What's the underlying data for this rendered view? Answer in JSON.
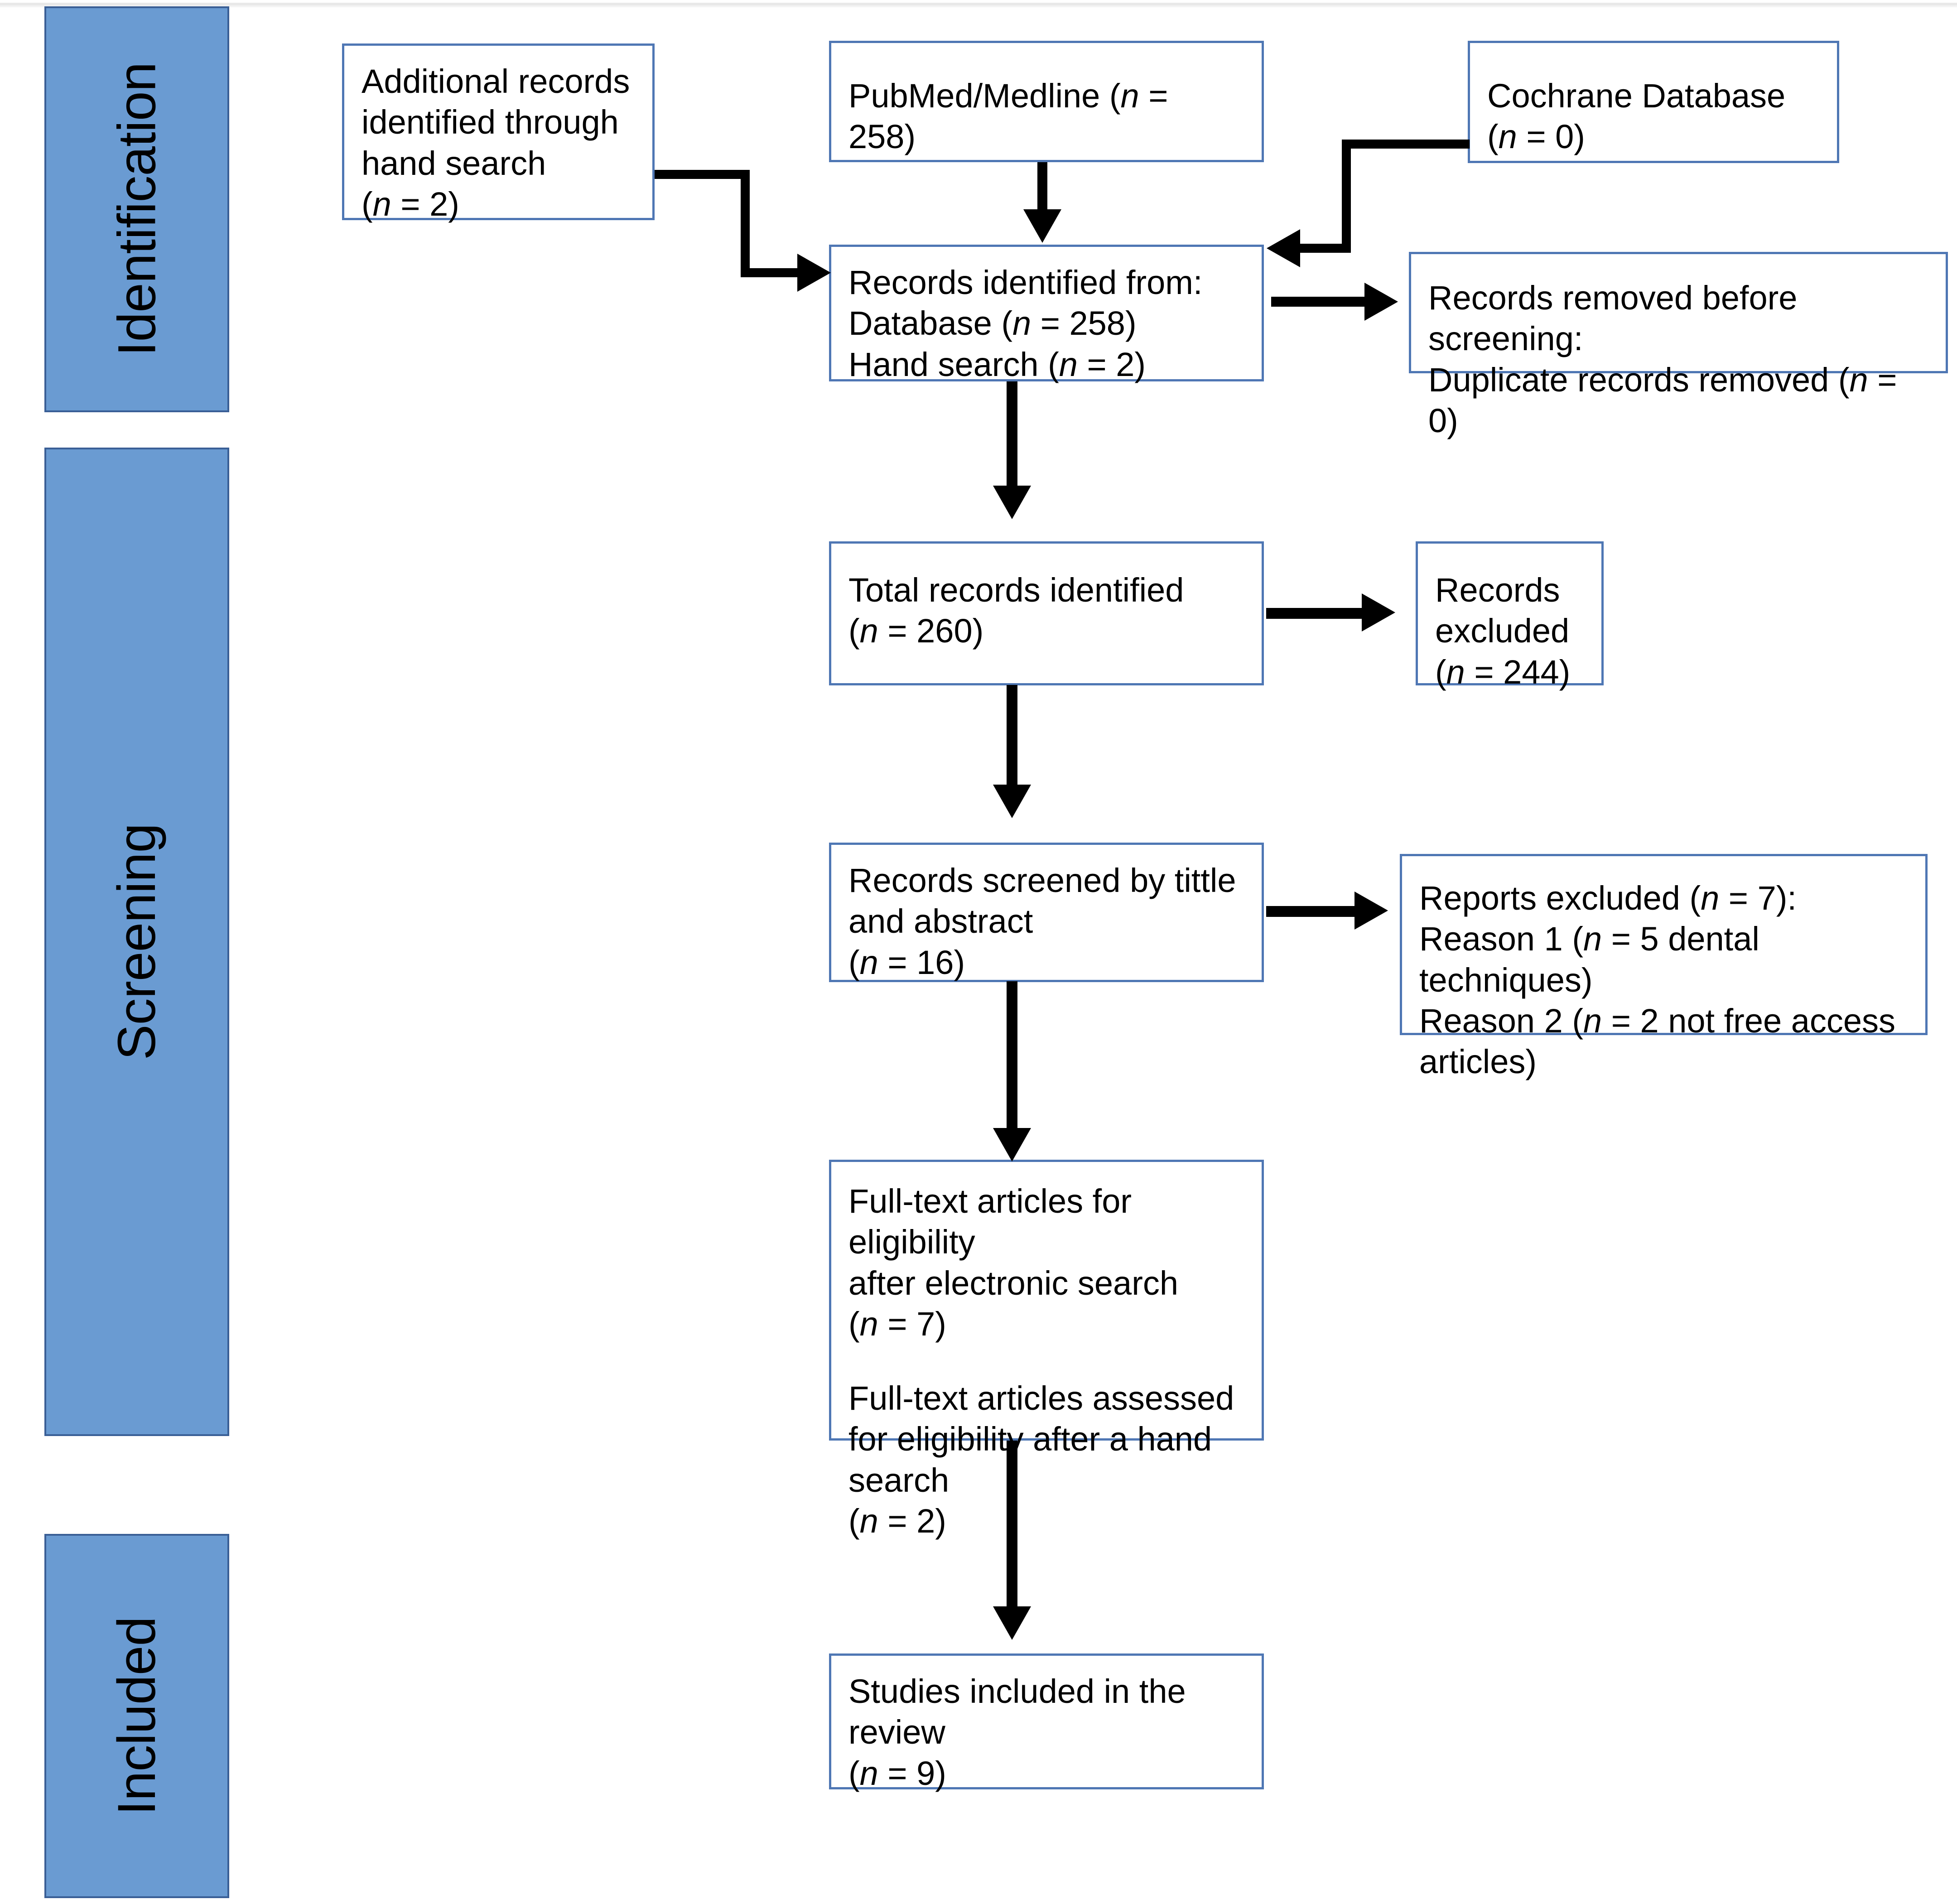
{
  "diagram": {
    "title": "PRISMA flow diagram",
    "colors": {
      "stage_bar_fill": "#6A9BD2",
      "stage_bar_border": "#3A5F96",
      "box_border": "#4F77B4",
      "box_fill": "#FFFFFF",
      "arrow": "#000000"
    },
    "stages": [
      {
        "id": "identification",
        "label": "Identification"
      },
      {
        "id": "screening",
        "label": "Screening"
      },
      {
        "id": "included",
        "label": "Included"
      }
    ],
    "boxes": {
      "hand_search": {
        "lines": "Additional records\nidentified through\nhand search\n(n = 2)",
        "n": 2
      },
      "pubmed": {
        "lines": "PubMed/Medline (n = 258)",
        "n": 258
      },
      "cochrane": {
        "lines": "Cochrane Database (n = 0)",
        "n": 0
      },
      "records_identified_from": {
        "lines": "Records identified from:\nDatabase (n = 258)\nHand search (n = 2)",
        "database_n": 258,
        "hand_search_n": 2
      },
      "records_removed": {
        "lines": "Records removed before screening:\nDuplicate records removed (n = 0)",
        "n": 0
      },
      "total_records": {
        "lines": "Total records identified\n(n = 260)",
        "n": 260
      },
      "records_excluded": {
        "lines": "Records excluded\n(n = 244)",
        "n": 244
      },
      "records_screened": {
        "lines": "Records screened by tittle\nand abstract\n(n = 16)",
        "n": 16
      },
      "reports_excluded": {
        "lines": "Reports excluded (n = 7):\nReason 1 (n = 5 dental techniques)\nReason 2 (n = 2 not free access\narticles)",
        "n": 7,
        "reason1_n": 5,
        "reason2_n": 2
      },
      "full_text": {
        "lines_a": "Full-text articles for eligibility\nafter electronic search\n(n = 7)",
        "lines_b": "Full-text articles assessed\nfor eligibility after a hand\nsearch\n(n = 2)",
        "electronic_n": 7,
        "hand_n": 2
      },
      "studies_included": {
        "lines": "Studies included in the\nreview\n(n = 9)",
        "n": 9
      }
    }
  }
}
